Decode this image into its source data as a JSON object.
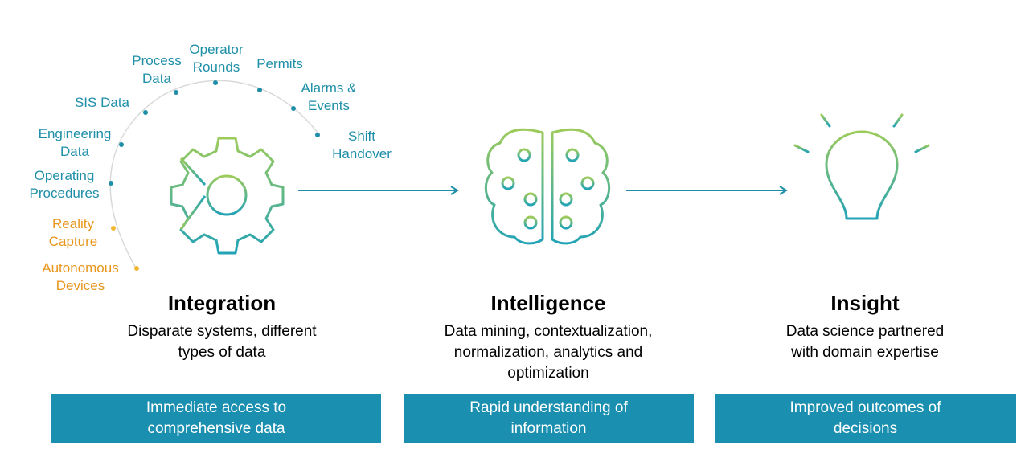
{
  "colors": {
    "teal": "#1f8fa8",
    "amber": "#e8961e",
    "bar": "#1a8fb0",
    "gradient_start": "#9ccb5a",
    "gradient_end": "#22a3b6"
  },
  "sources": [
    {
      "label": "Process\nData",
      "tone": "teal"
    },
    {
      "label": "Operator\nRounds",
      "tone": "teal"
    },
    {
      "label": "Permits",
      "tone": "teal"
    },
    {
      "label": "Alarms &\nEvents",
      "tone": "teal"
    },
    {
      "label": "Shift\nHandover",
      "tone": "teal"
    },
    {
      "label": "SIS Data",
      "tone": "teal"
    },
    {
      "label": "Engineering\nData",
      "tone": "teal"
    },
    {
      "label": "Operating\nProcedures",
      "tone": "teal"
    },
    {
      "label": "Reality\nCapture",
      "tone": "amber"
    },
    {
      "label": "Autonomous\nDevices",
      "tone": "amber"
    }
  ],
  "stages": [
    {
      "icon": "gear-icon",
      "title": "Integration",
      "description": "Disparate systems, different\ntypes of data",
      "outcome": "Immediate access to\ncomprehensive data"
    },
    {
      "icon": "brain-icon",
      "title": "Intelligence",
      "description": "Data mining, contextualization,\nnormalization, analytics and\noptimization",
      "outcome": "Rapid understanding of\ninformation"
    },
    {
      "icon": "lightbulb-icon",
      "title": "Insight",
      "description": "Data science partnered\nwith domain expertise",
      "outcome": "Improved outcomes of\ndecisions"
    }
  ]
}
